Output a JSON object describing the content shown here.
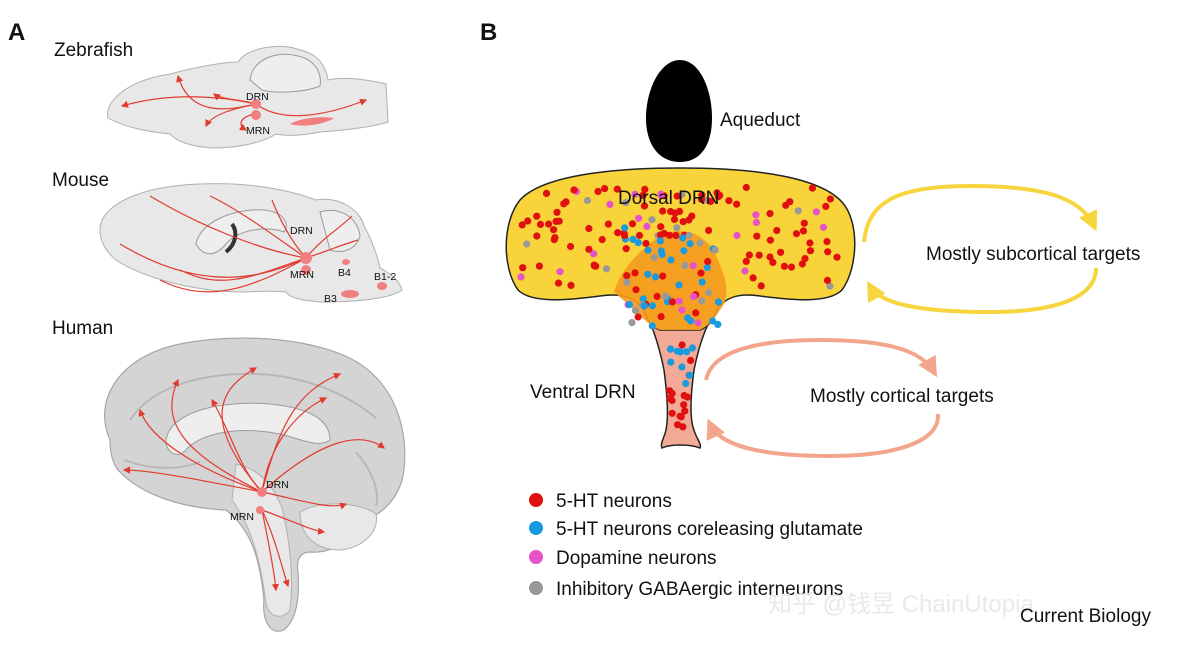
{
  "panel_a": {
    "letter": "A",
    "zebrafish": {
      "title": "Zebrafish",
      "drn": "DRN",
      "mrn": "MRN"
    },
    "mouse": {
      "title": "Mouse",
      "drn": "DRN",
      "mrn": "MRN",
      "b4": "B4",
      "b1_2": "B1-2",
      "b3": "B3"
    },
    "human": {
      "title": "Human",
      "drn": "DRN",
      "mrn": "MRN"
    }
  },
  "panel_b": {
    "letter": "B",
    "aqueduct": "Aqueduct",
    "dorsal": "Dorsal DRN",
    "ventral": "Ventral DRN",
    "subcortical": "Mostly subcortical targets",
    "cortical": "Mostly cortical targets"
  },
  "legend": [
    {
      "label": "5-HT neurons",
      "color": "#e01010"
    },
    {
      "label": "5-HT neurons coreleasing glutamate",
      "color": "#1a9be0"
    },
    {
      "label": "Dopamine neurons",
      "color": "#e653c8"
    },
    {
      "label": "Inhibitory GABAergic interneurons",
      "color": "#999999"
    }
  ],
  "colors": {
    "dorsal_fill": "#f8d33a",
    "ventral_fill": "#f2aa96",
    "overlap_fill": "#f59a20",
    "subcortical_arrow": "#f6d53e",
    "cortical_arrow": "#f3a58c",
    "projection": "#e23a2e"
  },
  "credit": "Current Biology",
  "watermark": "知乎 @钱昱 ChainUtopia"
}
